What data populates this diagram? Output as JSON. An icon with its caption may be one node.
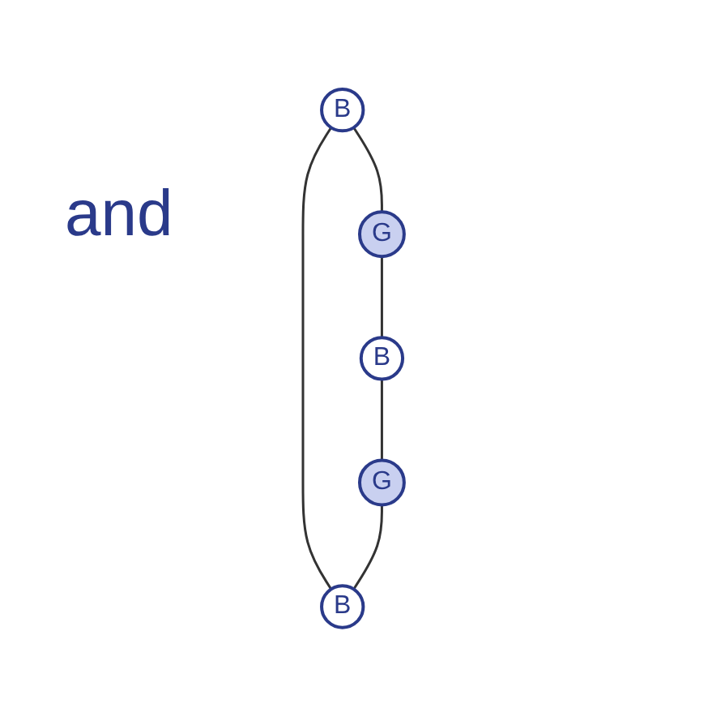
{
  "diagram": {
    "nodes": [
      {
        "text": [
          "B"
        ]
      },
      {
        "text": [
          "B"
        ]
      },
      {
        "text": [
          "G"
        ]
      },
      {
        "text": [
          "G"
        ]
      },
      {
        "text": [
          "B"
        ]
      }
    ],
    "edges": [
      {
        "from": 0,
        "to": 1,
        "arrow": "none"
      },
      {
        "from": 0,
        "to": 2,
        "arrow": "none"
      },
      {
        "from": 2,
        "to": 4,
        "arrow": "none"
      },
      {
        "from": 4,
        "to": 3,
        "arrow": "none"
      },
      {
        "from": 3,
        "to": 1,
        "arrow": "none"
      }
    ],
    "labels": [
      "and"
    ]
  }
}
